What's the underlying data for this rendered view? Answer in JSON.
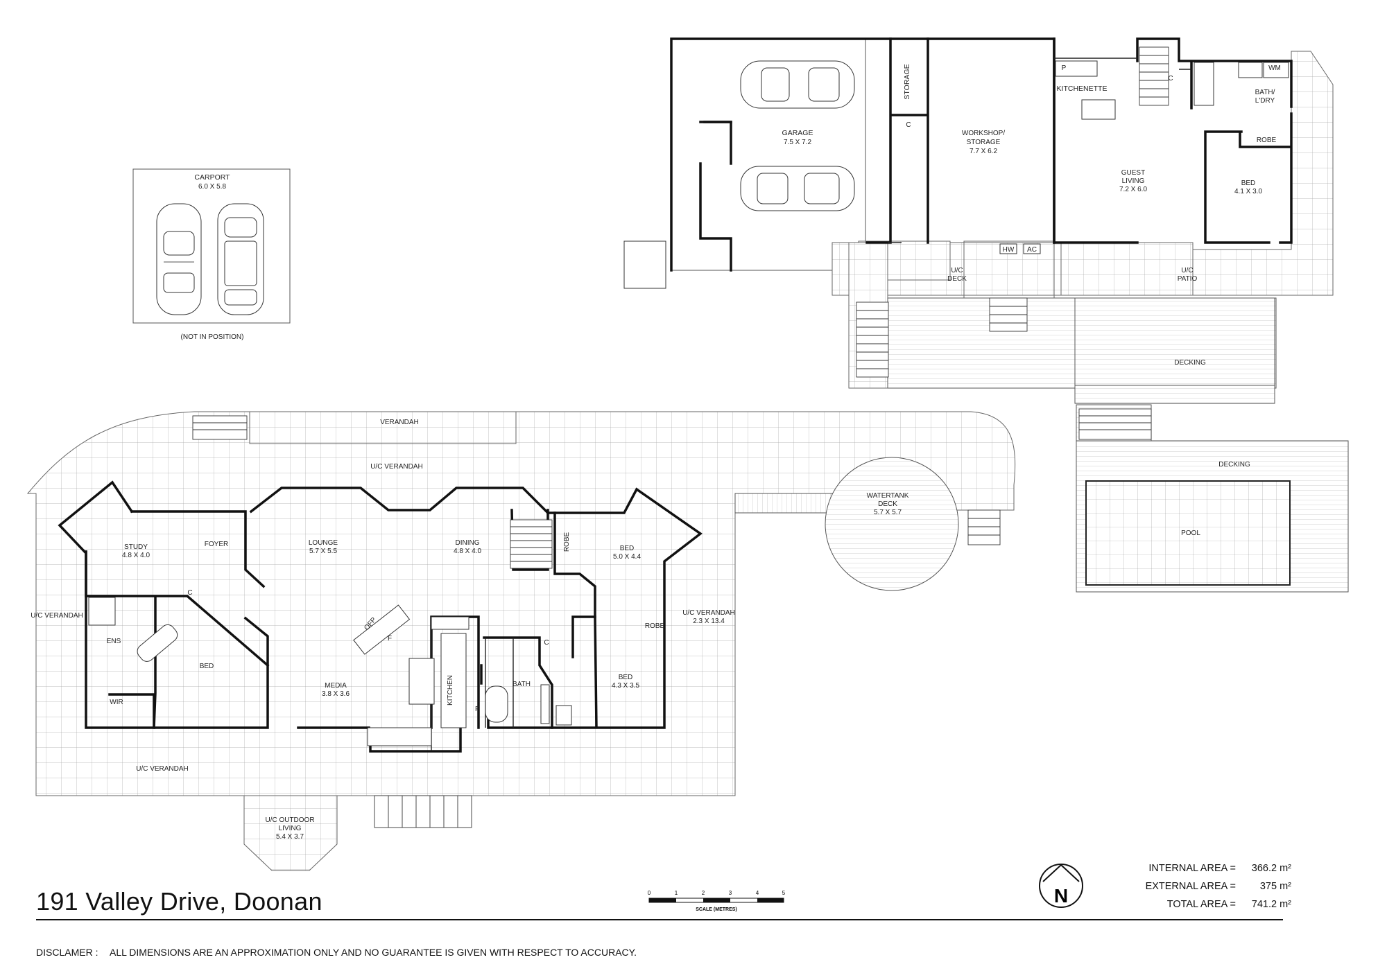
{
  "title": "191 Valley Drive, Doonan",
  "disclaimer": {
    "label": "DISCLAMER :",
    "text": "ALL DIMENSIONS ARE AN APPROXIMATION ONLY AND NO GUARANTEE IS GIVEN WITH RESPECT TO ACCURACY."
  },
  "areas": {
    "internal_label": "INTERNAL AREA =",
    "internal_value": "366.2 m²",
    "external_label": "EXTERNAL AREA =",
    "external_value": "375 m²",
    "total_label": "TOTAL AREA =",
    "total_value": "741.2 m²"
  },
  "scale": {
    "label": "SCALE (METRES)",
    "ticks": [
      "0",
      "1",
      "2",
      "3",
      "4",
      "5"
    ]
  },
  "compass": {
    "letter": "N"
  },
  "rooms": {
    "carport": {
      "name": "CARPORT",
      "dims": "6.0 X 5.8",
      "note": "(NOT IN POSITION)"
    },
    "garage": {
      "name": "GARAGE",
      "dims": "7.5 X 7.2"
    },
    "storage": "STORAGE",
    "garage_c": "C",
    "workshop": {
      "name1": "WORKSHOP/",
      "name2": "STORAGE",
      "dims": "7.7 X 6.2"
    },
    "kitchenette": "KITCHENETTE",
    "pantry_p": "P",
    "guest_c": "C",
    "wm": "WM",
    "bath_ldry": {
      "name1": "BATH/",
      "name2": "L'DRY"
    },
    "guest_robe": "ROBE",
    "guest_living": {
      "name1": "GUEST",
      "name2": "LIVING",
      "dims": "7.2 X 6.0"
    },
    "guest_bed": {
      "name": "BED",
      "dims": "4.1 X 3.0"
    },
    "hw": "HW",
    "ac": "AC",
    "uc_deck": {
      "name1": "U/C",
      "name2": "DECK"
    },
    "uc_patio": {
      "name1": "U/C",
      "name2": "PATIO"
    },
    "decking_upper": "DECKING",
    "decking_lower": "DECKING",
    "pool": "POOL",
    "verandah": "VERANDAH",
    "uc_verandah_top": "U/C VERANDAH",
    "uc_verandah_left": "U/C VERANDAH",
    "uc_verandah_right": {
      "name": "U/C VERANDAH",
      "dims": "2.3 X 13.4"
    },
    "uc_verandah_bottom": "U/C VERANDAH",
    "watertank_deck": {
      "name1": "WATERTANK",
      "name2": "DECK",
      "dims": "5.7 X 5.7"
    },
    "study": {
      "name": "STUDY",
      "dims": "4.8 X 4.0"
    },
    "foyer": "FOYER",
    "lounge": {
      "name": "LOUNGE",
      "dims": "5.7 X 5.5"
    },
    "dining": {
      "name": "DINING",
      "dims": "4.8 X 4.0"
    },
    "robe_stair": "ROBE",
    "bed1": {
      "name": "BED",
      "dims": "5.0 X 4.4"
    },
    "main_c": "C",
    "ens": "ENS",
    "master_bed": "BED",
    "wir": "WIR",
    "ofp": "OFP",
    "f1": "F",
    "media": {
      "name": "MEDIA",
      "dims": "3.8 X 3.6"
    },
    "kitchen": "KITCHEN",
    "f2": "F",
    "bath": "BATH",
    "bath_c": "C",
    "robe_bed2": "ROBE",
    "bed2": {
      "name": "BED",
      "dims": "4.3 X 3.5"
    },
    "uc_outdoor": {
      "name1": "U/C OUTDOOR",
      "name2": "LIVING",
      "dims": "5.4 X 3.7"
    }
  }
}
